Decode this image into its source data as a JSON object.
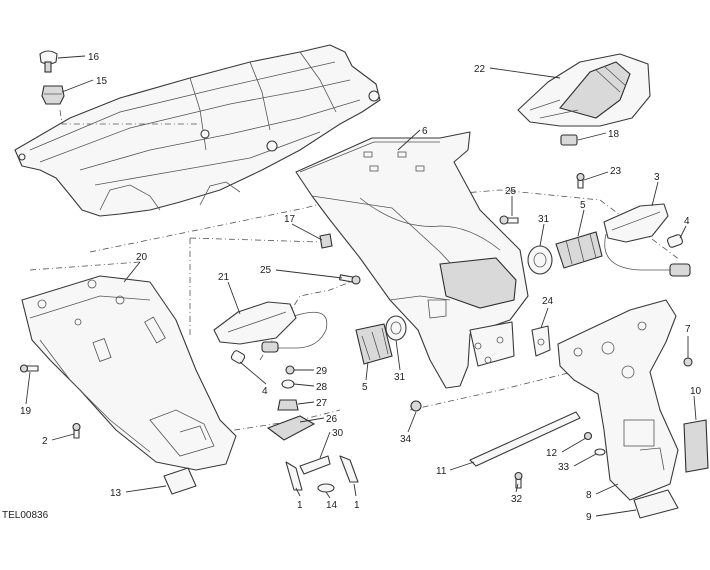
{
  "figure_code": "TEL00836",
  "callouts": [
    {
      "id": "c16",
      "label": "16"
    },
    {
      "id": "c15",
      "label": "15"
    },
    {
      "id": "c22",
      "label": "22"
    },
    {
      "id": "c6",
      "label": "6"
    },
    {
      "id": "c18",
      "label": "18"
    },
    {
      "id": "c23",
      "label": "23"
    },
    {
      "id": "c3",
      "label": "3"
    },
    {
      "id": "c25a",
      "label": "25"
    },
    {
      "id": "c31a",
      "label": "31"
    },
    {
      "id": "c5a",
      "label": "5"
    },
    {
      "id": "c4a",
      "label": "4"
    },
    {
      "id": "c17",
      "label": "17"
    },
    {
      "id": "c20",
      "label": "20"
    },
    {
      "id": "c21",
      "label": "21"
    },
    {
      "id": "c25b",
      "label": "25"
    },
    {
      "id": "c24",
      "label": "24"
    },
    {
      "id": "c7",
      "label": "7"
    },
    {
      "id": "c29",
      "label": "29"
    },
    {
      "id": "c28",
      "label": "28"
    },
    {
      "id": "c27",
      "label": "27"
    },
    {
      "id": "c26",
      "label": "26"
    },
    {
      "id": "c30",
      "label": "30"
    },
    {
      "id": "c4b",
      "label": "4"
    },
    {
      "id": "c5b",
      "label": "5"
    },
    {
      "id": "c31b",
      "label": "31"
    },
    {
      "id": "c19",
      "label": "19"
    },
    {
      "id": "c10",
      "label": "10"
    },
    {
      "id": "c2",
      "label": "2"
    },
    {
      "id": "c34",
      "label": "34"
    },
    {
      "id": "c12",
      "label": "12"
    },
    {
      "id": "c33",
      "label": "33"
    },
    {
      "id": "c11",
      "label": "11"
    },
    {
      "id": "c13",
      "label": "13"
    },
    {
      "id": "c1a",
      "label": "1"
    },
    {
      "id": "c14",
      "label": "14"
    },
    {
      "id": "c1b",
      "label": "1"
    },
    {
      "id": "c32",
      "label": "32"
    },
    {
      "id": "c8",
      "label": "8"
    },
    {
      "id": "c9",
      "label": "9"
    }
  ]
}
